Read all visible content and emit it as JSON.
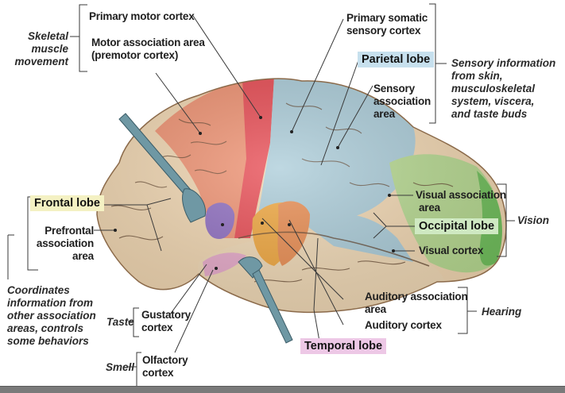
{
  "title": "Functional areas of the cerebral cortex (lateral view, left hemisphere)",
  "colors": {
    "frontal_base": "#f1d6b0",
    "motor_association": "#ef8f6e",
    "primary_motor": "#e8474f",
    "somatosensory": "#a9cbd8",
    "occipital_assoc": "#b6d98f",
    "visual_cortex": "#6fbf5a",
    "auditory_assoc": "#f0a53a",
    "auditory_cortex": "#e98a4d",
    "broca": "#8d6bc0",
    "gustatory": "#e6a8c8",
    "frontal_highlight": "#f4f1c3",
    "parietal_highlight": "#c7e0ee",
    "occipital_highlight": "#cfe9c2",
    "temporal_highlight": "#edc8e6"
  },
  "lobes": {
    "frontal": "Frontal lobe",
    "parietal": "Parietal lobe",
    "occipital": "Occipital lobe",
    "temporal": "Temporal lobe"
  },
  "areas": {
    "primary_motor": "Primary motor cortex",
    "motor_assoc_1": "Motor association area",
    "motor_assoc_2": "(premotor cortex)",
    "somatic_1": "Primary somatic",
    "somatic_2": "sensory cortex",
    "sensory_assoc_1": "Sensory",
    "sensory_assoc_2": "association",
    "sensory_assoc_3": "area",
    "visual_assoc_1": "Visual association",
    "visual_assoc_2": "area",
    "visual_cortex": "Visual cortex",
    "prefrontal_1": "Prefrontal",
    "prefrontal_2": "association",
    "prefrontal_3": "area",
    "auditory_assoc_1": "Auditory association",
    "auditory_assoc_2": "area",
    "auditory_cortex": "Auditory cortex",
    "gustatory_1": "Gustatory",
    "gustatory_2": "cortex",
    "olfactory_1": "Olfactory",
    "olfactory_2": "cortex"
  },
  "functions": {
    "skeletal_1": "Skeletal",
    "skeletal_2": "muscle",
    "skeletal_3": "movement",
    "sensory_1": "Sensory information",
    "sensory_2": "from skin,",
    "sensory_3": "musculoskeletal",
    "sensory_4": "system, viscera,",
    "sensory_5": "and taste buds",
    "vision": "Vision",
    "coord_1": "Coordinates",
    "coord_2": "information from",
    "coord_3": "other association",
    "coord_4": "areas, controls",
    "coord_5": "some behaviors",
    "hearing": "Hearing",
    "taste": "Taste",
    "smell": "Smell"
  }
}
